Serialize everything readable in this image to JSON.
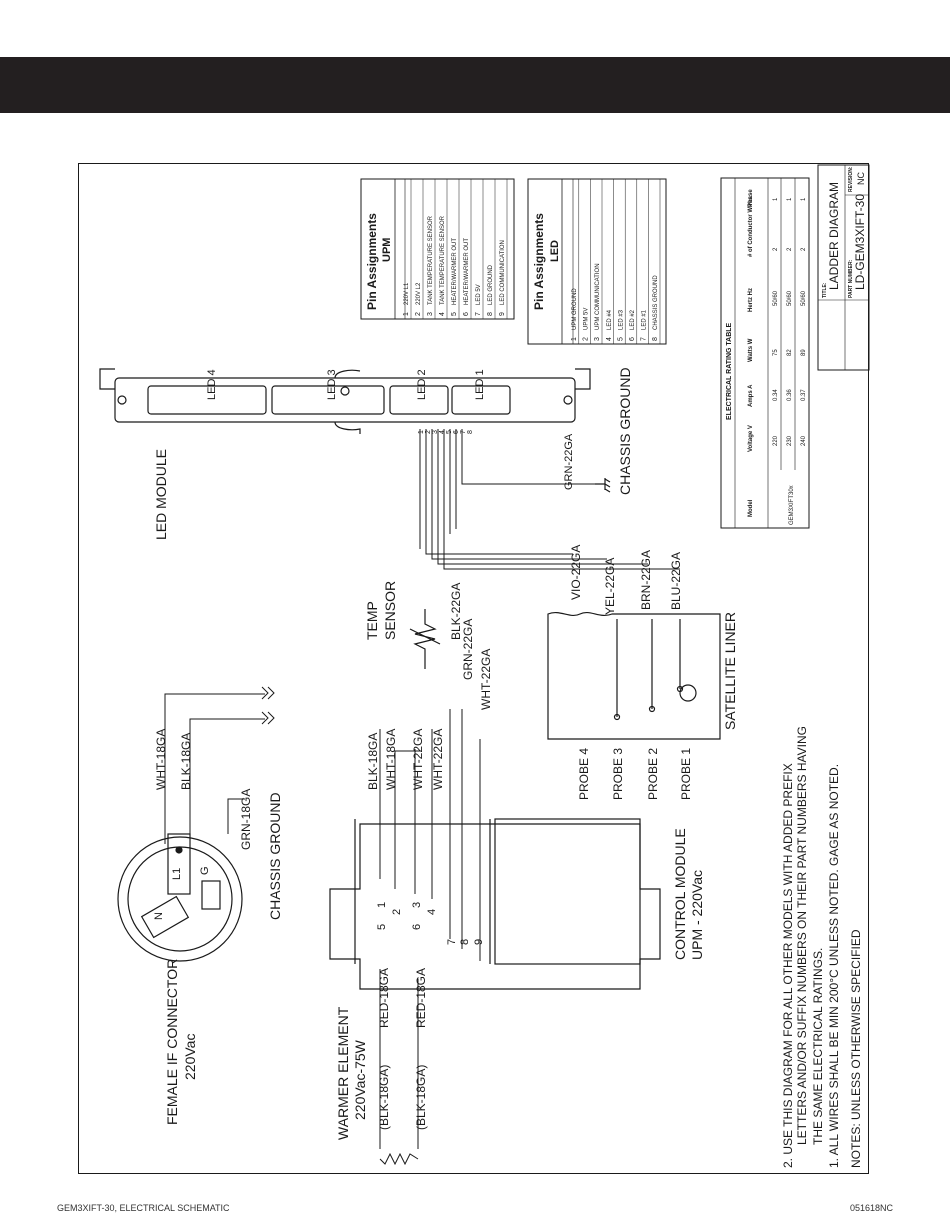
{
  "footer": {
    "left": "GEM3XIFT-30, ELECTRICAL SCHEMATIC",
    "right": "051618NC"
  },
  "diagram": {
    "led_module": "LED MODULE",
    "led_labels": [
      "LED 4",
      "LED 3",
      "LED 2",
      "LED 1"
    ],
    "led_pins": [
      "1",
      "2",
      "3",
      "4",
      "5",
      "6",
      "7",
      "8"
    ],
    "chassis_ground": "CHASSIS GROUND",
    "grn_22ga": "GRN-22GA",
    "temp_sensor": [
      "TEMP",
      "SENSOR"
    ],
    "wires_sensor": [
      "BLK-22GA",
      "GRN-22GA",
      "WHT-22GA"
    ],
    "wires_probe": [
      "VIO-22GA",
      "YEL-22GA",
      "BRN-22GA",
      "BLU-22GA"
    ],
    "satellite_liner": "SATELLITE LINER",
    "probes": [
      "PROBE 4",
      "PROBE 3",
      "PROBE 2",
      "PROBE 1"
    ],
    "wires_power": [
      "WHT-18GA",
      "BLK-18GA"
    ],
    "grn_18ga": "GRN-18GA",
    "chassis_ground_2": "CHASSIS GROUND",
    "connector_pins": [
      "L1",
      "G",
      "N"
    ],
    "control_wires": [
      "BLK-18GA",
      "WHT-18GA",
      "WHT-22GA",
      "WHT-22GA"
    ],
    "control_module": [
      "CONTROL MODULE",
      "UPM - 220Vac"
    ],
    "control_pins": [
      "5",
      "1",
      "2",
      "6",
      "3",
      "4",
      "7",
      "8",
      "9"
    ],
    "female_connector": [
      "FEMALE IF CONNECTOR",
      "220Vac"
    ],
    "warmer_element": [
      "WARMER ELEMENT",
      "220Vac-75W"
    ],
    "warmer_wires": [
      "(BLK-18GA)",
      "RED-18GA",
      "(BLK-18GA)",
      "RED-18GA"
    ],
    "notes": [
      "2.  USE THIS DIAGRAM FOR ALL OTHER MODELS WITH ADDED PREFIX",
      "LETTERS AND/OR SUFFIX NUMBERS ON THEIR PART NUMBERS HAVING",
      "THE SAME ELECTRICAL RATINGS.",
      "1.  ALL WIRES SHALL BE MIN 200°C UNLESS NOTED.  GAGE AS NOTED.",
      "NOTES:  UNLESS OTHERWISE SPECIFIED"
    ]
  },
  "pin_tables": {
    "title": "Pin Assignments",
    "upm": {
      "label": "UPM",
      "rows": [
        [
          "1",
          "220V L1"
        ],
        [
          "2",
          "220V L2"
        ],
        [
          "3",
          "TANK TEMPERATURE SENSOR"
        ],
        [
          "4",
          "TANK TEMPERATURE SENSOR"
        ],
        [
          "5",
          "HEATER/WARMER OUT"
        ],
        [
          "6",
          "HEATER/WARMER OUT"
        ],
        [
          "7",
          "LED 5V"
        ],
        [
          "8",
          "LED GROUND"
        ],
        [
          "9",
          "LED COMMUNICATION"
        ]
      ]
    },
    "led": {
      "label": "LED",
      "rows": [
        [
          "1",
          "UPM GROUND"
        ],
        [
          "2",
          "UPM 5V"
        ],
        [
          "3",
          "UPM COMMUNICATION"
        ],
        [
          "4",
          "LED #4"
        ],
        [
          "5",
          "LED #3"
        ],
        [
          "6",
          "LED #2"
        ],
        [
          "7",
          "LED #1"
        ],
        [
          "8",
          "CHASSIS GROUND"
        ]
      ]
    }
  },
  "rating_table": {
    "title": "ELECTRICAL RATING TABLE",
    "headers": [
      "Model",
      "Voltage V",
      "Amps A",
      "Watts W",
      "Hertz Hz",
      "# of Conductor Wires",
      "Phase"
    ],
    "model": "GEM3XIFT30x",
    "rows": [
      [
        "220",
        "0.34",
        "75",
        "50/60",
        "2",
        "1"
      ],
      [
        "230",
        "0.36",
        "82",
        "50/60",
        "2",
        "1"
      ],
      [
        "240",
        "0.37",
        "89",
        "50/60",
        "2",
        "1"
      ]
    ]
  },
  "title_block": {
    "title_label": "TITLE:",
    "title": "LADDER DIAGRAM",
    "part_label": "PART NUMBER:",
    "part": "LD-GEM3XIFT-30",
    "rev_label": "REVISION:",
    "rev": "NC"
  }
}
